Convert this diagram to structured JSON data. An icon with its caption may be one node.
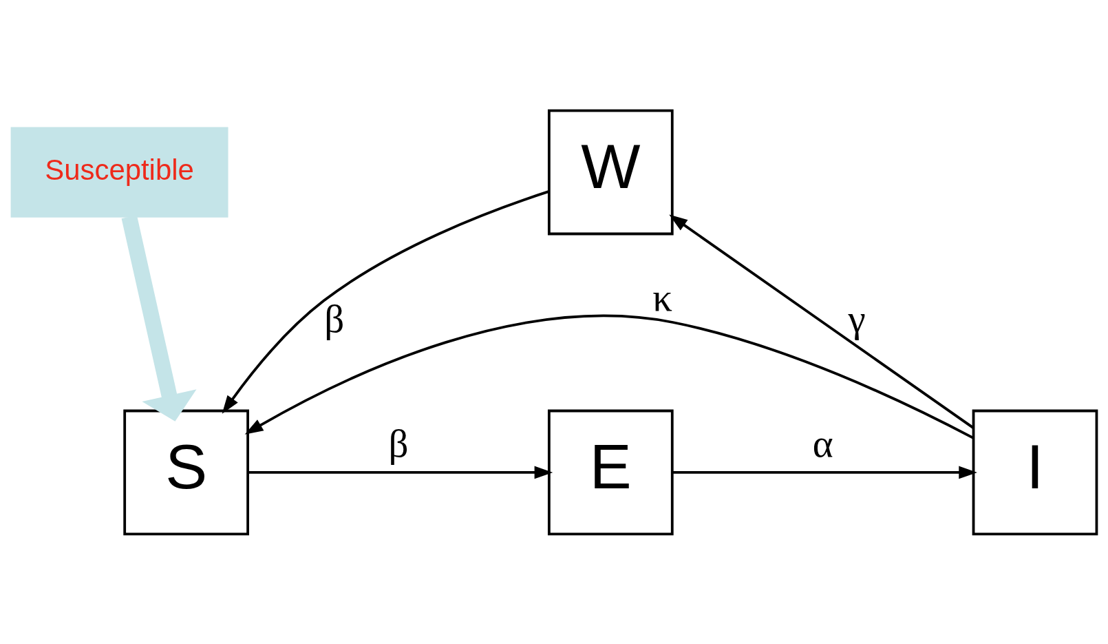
{
  "diagram": {
    "nodes": [
      {
        "text": [
          "W"
        ]
      },
      {
        "text": [
          "Susceptible"
        ]
      },
      {
        "text": [
          "S"
        ]
      },
      {
        "text": [
          "E"
        ]
      },
      {
        "text": [
          "I"
        ]
      }
    ],
    "edges": [
      {
        "from": 0,
        "to": 2,
        "arrow": "to",
        "label": "β"
      },
      {
        "from": 4,
        "to": 0,
        "arrow": "to",
        "label": "γ"
      },
      {
        "from": 2,
        "to": 3,
        "arrow": "to",
        "label": "β"
      },
      {
        "from": 3,
        "to": 4,
        "arrow": "to",
        "label": "α"
      },
      {
        "from": 4,
        "to": 2,
        "arrow": "to",
        "label": "κ"
      },
      {
        "from": 1,
        "to": 2,
        "arrow": "to",
        "style": "thick",
        "color": "#c4e4e8"
      }
    ]
  }
}
